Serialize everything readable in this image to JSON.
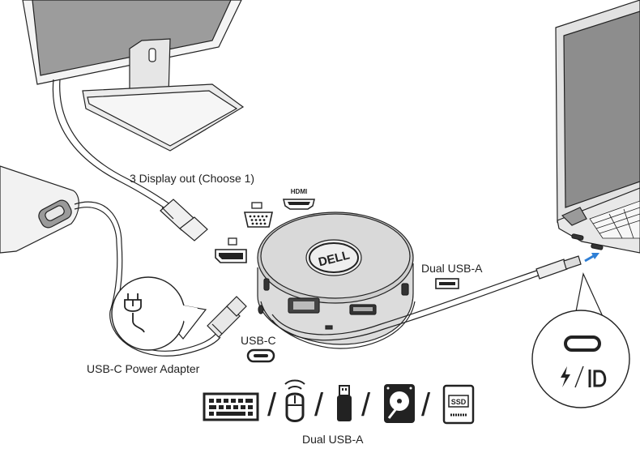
{
  "labels": {
    "display_out": "3 Display out (Choose 1)",
    "hdmi_logo": "HDMI",
    "dual_usb_a_right": "Dual USB-A",
    "usb_c_port": "USB-C",
    "usb_c_power_adapter": "USB-C Power Adapter",
    "dual_usb_a_bottom": "Dual USB-A",
    "ssd": "SSD",
    "brand_logo": "DELL"
  },
  "peripherals": [
    "keyboard-icon",
    "mouse-icon",
    "usb-flash-drive-icon",
    "hard-drive-icon",
    "ssd-icon"
  ],
  "compat_icons": [
    "thunderbolt-icon",
    "displayport-icon"
  ],
  "colors": {
    "line": "#222222",
    "laptop": "#d6d6d6",
    "screen": "#9c9c9c",
    "hub": "#d2d2d2",
    "accent": "#2e7fd6"
  }
}
